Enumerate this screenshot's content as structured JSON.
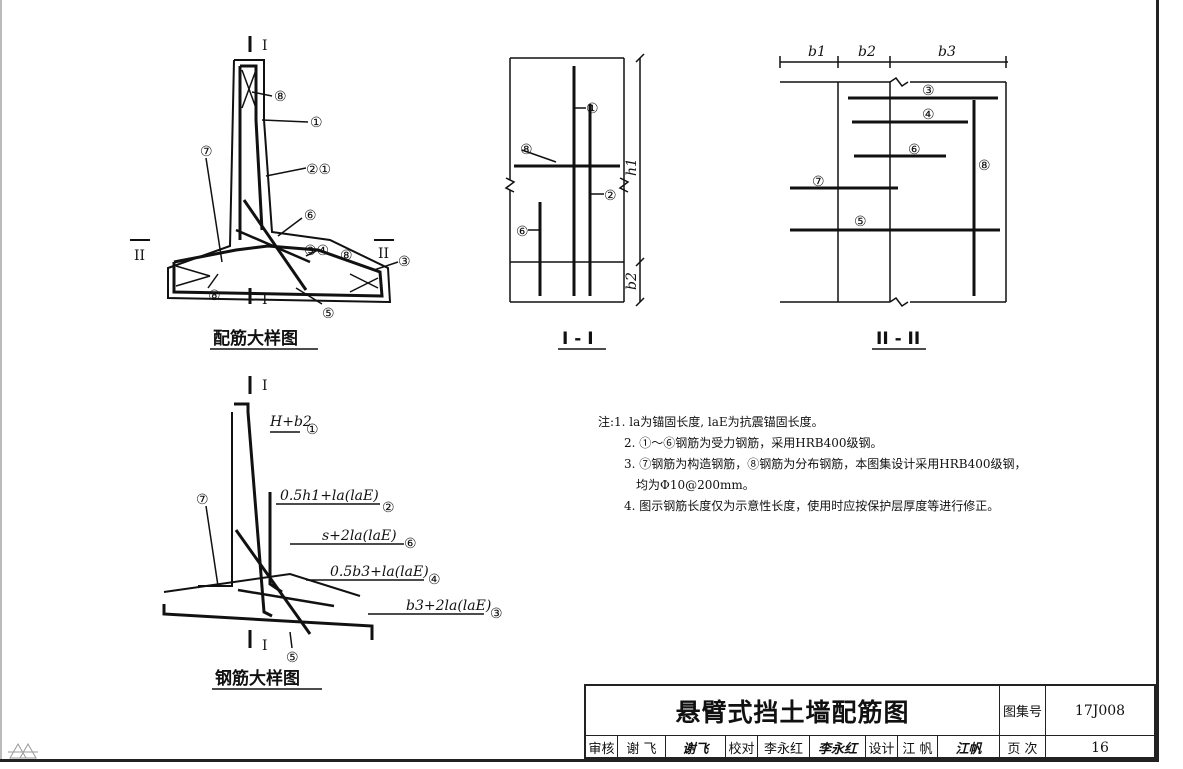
{
  "drawing": {
    "title": "悬臂式挡土墙配筋图",
    "atlas_label": "图集号",
    "atlas_number": "17J008",
    "page_label": "页 次",
    "page_number": "16",
    "reviewer_label": "审核",
    "reviewer_name": "谢 飞",
    "reviewer_sig": "谢飞",
    "checker_label": "校对",
    "checker_name": "李永红",
    "checker_sig": "李永红",
    "designer_label": "设计",
    "designer_name": "江 帆",
    "designer_sig": "江帆"
  },
  "views": {
    "detail_caption": "配筋大样图",
    "section1_caption": "I - I",
    "section2_caption": "II - II",
    "rebar_caption": "钢筋大样图",
    "sec_mark_I": "I",
    "sec_mark_II": "II"
  },
  "markers": {
    "m1": "①",
    "m2": "②",
    "m3": "③",
    "m4": "④",
    "m5": "⑤",
    "m6": "⑥",
    "m7": "⑦",
    "m8": "⑧",
    "m21": "②①",
    "m34": "③④"
  },
  "dims": {
    "b1": "b1",
    "b2": "b2",
    "b3": "b3",
    "h1": "h1"
  },
  "rebar_formulas": {
    "f1": "H+b2",
    "f2": "0.5h1+la(laE)",
    "f6": "s+2la(laE)",
    "f4": "0.5b3+la(laE)",
    "f3": "b3+2la(laE)"
  },
  "notes": [
    "注:1. la为锚固长度, laE为抗震锚固长度。",
    "2. ①～⑥钢筋为受力钢筋，采用HRB400级钢。",
    "3. ⑦钢筋为构造钢筋，⑧钢筋为分布钢筋，本图集设计采用HRB400级钢，",
    "均为Φ10@200mm。",
    "4. 图示钢筋长度仅为示意性长度，使用时应按保护层厚度等进行修正。"
  ]
}
